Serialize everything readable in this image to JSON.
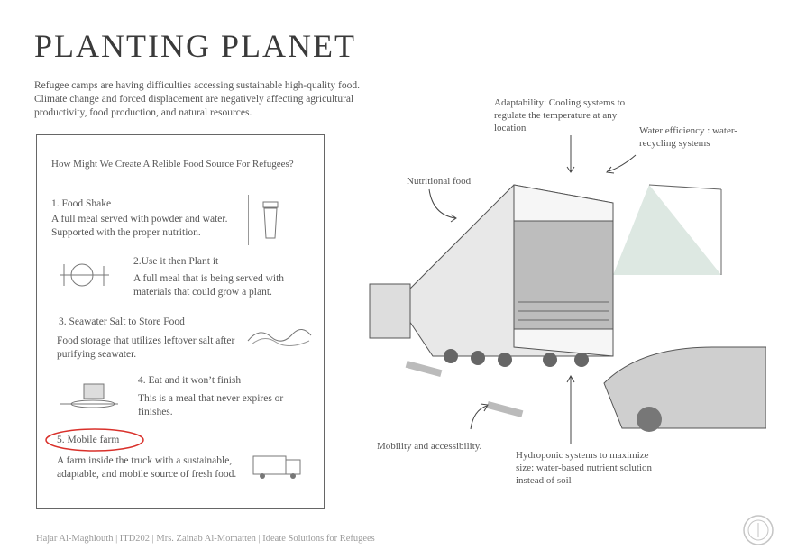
{
  "title": "PLANTING PLANET",
  "intro": "Refugee camps are having difficulties accessing sustainable high-quality food. Climate change and forced displacement are negatively affecting agricultural productivity, food production, and natural resources.",
  "panel": {
    "question": "How Might We Create A Relible Food Source For Refugees?",
    "ideas": [
      {
        "title": "1. Food Shake",
        "desc": "A full meal served with powder and water. Supported with the proper nutrition."
      },
      {
        "title": "2.Use it then Plant it",
        "desc": "A full meal that is being served with materials that could grow a plant."
      },
      {
        "title": "3. Seawater Salt to Store Food",
        "desc": "Food storage that utilizes leftover salt after purifying seawater."
      },
      {
        "title": "4. Eat and it won’t finish",
        "desc": "This is a meal that never expires or finishes."
      },
      {
        "title": "5. Mobile farm",
        "desc": "A farm inside the truck with a sustainable, adaptable, and mobile source of fresh food."
      }
    ],
    "highlight_color": "#d9302a"
  },
  "annotations": {
    "adaptability": "Adaptability: Cooling systems to regulate the temperature at any location",
    "water": "Water efficiency : water-recycling systems",
    "nutritional": "Nutritional food",
    "mobility": "Mobility and accessibility.",
    "hydroponic": "Hydroponic systems to maximize size: water-based nutrient solution instead of soil"
  },
  "footer": "Hajar  Al-Maghlouth |  ITD202 |  Mrs. Zainab Al-Momatten |  Ideate Solutions for Refugees",
  "icons": [
    "shaker-icon",
    "plate-plant-icon",
    "wave-icon",
    "cake-icon",
    "truck-icon",
    "seal-logo-icon"
  ]
}
